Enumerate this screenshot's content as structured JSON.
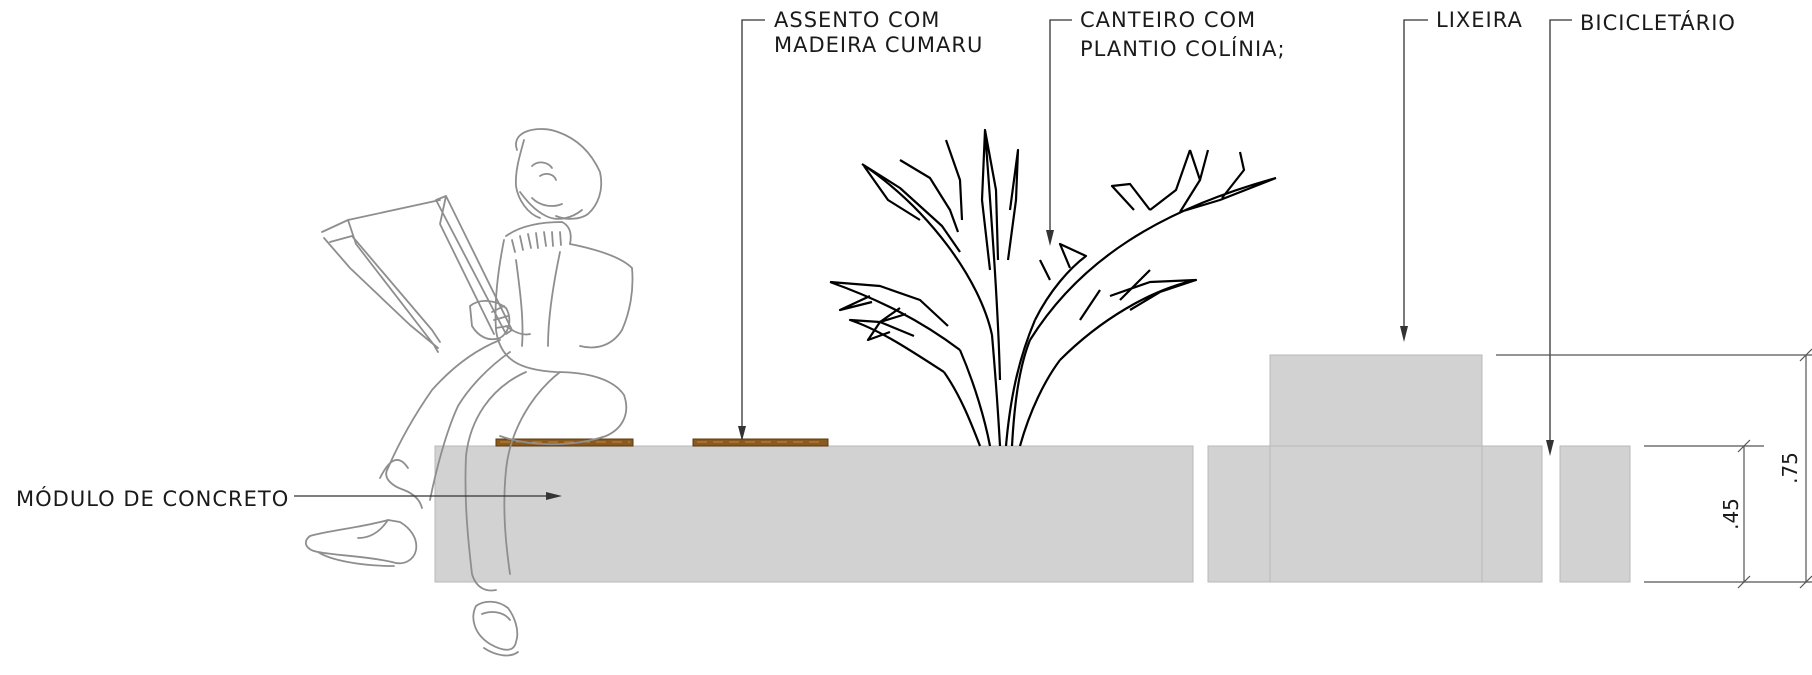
{
  "labels": {
    "assento_line1": "ASSENTO COM",
    "assento_line2": "MADEIRA CUMARU",
    "canteiro_line1": "CANTEIRO COM",
    "canteiro_line2": "PLANTIO COLÍNIA;",
    "lixeira": "LIXEIRA",
    "bicicletario": "BICICLETÁRIO",
    "modulo": "MÓDULO DE CONCRETO"
  },
  "dimensions": {
    "seat_height": ".45",
    "bin_height": ".75"
  },
  "colors": {
    "concrete": "#d2d2d2",
    "wood": "#8a5a1e",
    "person_line": "#8e8e8e",
    "plant_line": "#000000"
  }
}
